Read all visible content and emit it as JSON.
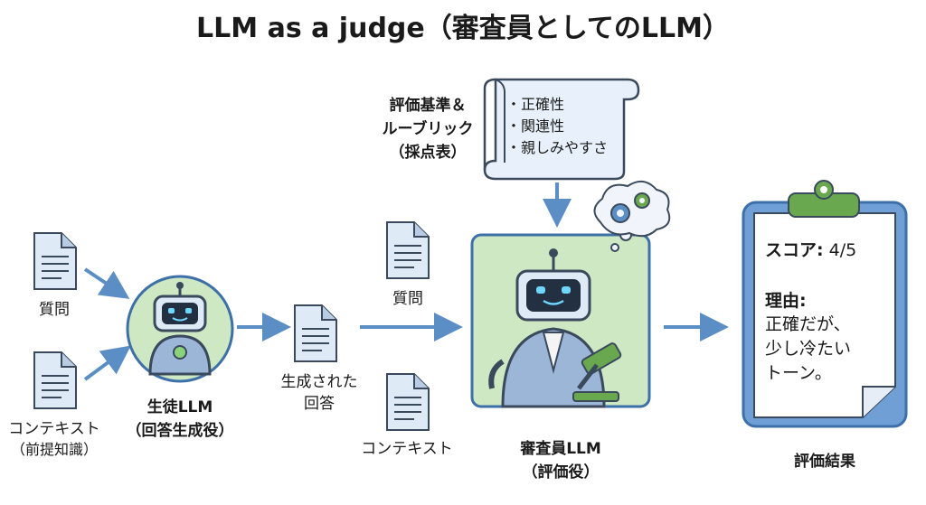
{
  "title": "LLM as a judge（審査員としてのLLM）",
  "inputs": {
    "question_label": "質問",
    "context_label_line1": "コンテキスト",
    "context_label_line2": "（前提知識）"
  },
  "student": {
    "name_line1": "生徒LLM",
    "name_line2": "（回答生成役）"
  },
  "generated": {
    "label_line1": "生成された",
    "label_line2": "回答"
  },
  "middle": {
    "question_label": "質問",
    "context_label": "コンテキスト"
  },
  "criteria": {
    "label_line1": "評価基準＆",
    "label_line2": "ルーブリック",
    "label_line3": "（採点表）",
    "items": [
      "・正確性",
      "・関連性",
      "・親しみやすさ"
    ]
  },
  "judge": {
    "name_line1": "審査員LLM",
    "name_line2": "（評価役）"
  },
  "result": {
    "score_label": "スコア:",
    "score_value": "4/5",
    "reason_label": "理由:",
    "reason_lines": [
      "正確だが、",
      "少し冷たい",
      "トーン。"
    ],
    "caption": "評価結果"
  },
  "colors": {
    "arrow": "#5b8ec4",
    "doc_fill": "#dfeaf7",
    "green": "#cfe8c4",
    "blue_dark": "#3d6fa8"
  }
}
